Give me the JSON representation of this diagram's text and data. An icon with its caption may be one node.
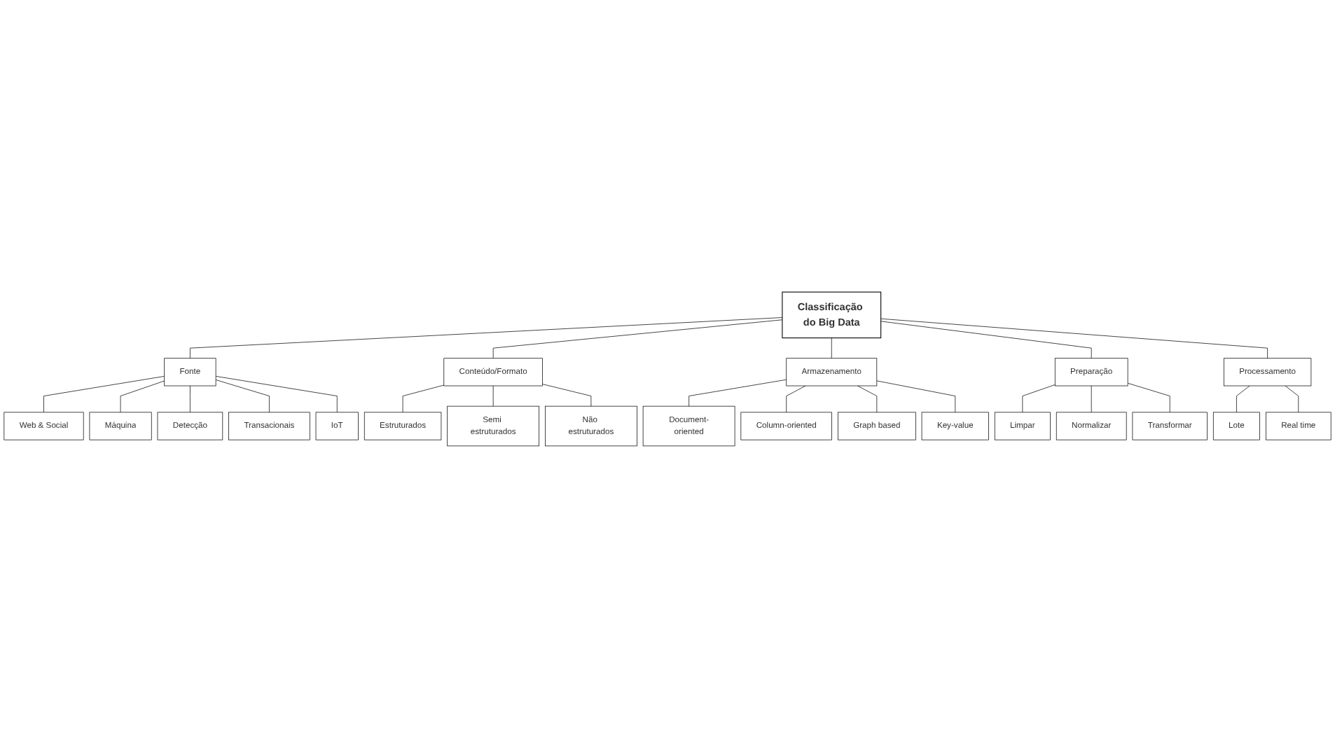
{
  "diagram": {
    "nodes": [
      {
        "text": [
          "Classificação do Big Data"
        ]
      },
      {
        "text": [
          "Fonte"
        ]
      },
      {
        "text": [
          "Conteúdo/Formato"
        ]
      },
      {
        "text": [
          "Armazenamento"
        ]
      },
      {
        "text": [
          "Preparação"
        ]
      },
      {
        "text": [
          "Processamento"
        ]
      },
      {
        "text": [
          "Web & Social"
        ]
      },
      {
        "text": [
          "Máquina"
        ]
      },
      {
        "text": [
          "Detecção"
        ]
      },
      {
        "text": [
          "Transacionais"
        ]
      },
      {
        "text": [
          "IoT"
        ]
      },
      {
        "text": [
          "Estruturados"
        ]
      },
      {
        "text": [
          "Semi estruturados"
        ]
      },
      {
        "text": [
          "Não estruturados"
        ]
      },
      {
        "text": [
          "Document-oriented"
        ]
      },
      {
        "text": [
          "Column-oriented"
        ]
      },
      {
        "text": [
          "Graph based"
        ]
      },
      {
        "text": [
          "Key-value"
        ]
      },
      {
        "text": [
          "Limpar"
        ]
      },
      {
        "text": [
          "Normalizar"
        ]
      },
      {
        "text": [
          "Transformar"
        ]
      },
      {
        "text": [
          "Lote"
        ]
      },
      {
        "text": [
          "Real time"
        ]
      }
    ],
    "edges": [
      {
        "from": 0,
        "to": 1,
        "arrow": "none"
      },
      {
        "from": 0,
        "to": 2,
        "arrow": "none"
      },
      {
        "from": 0,
        "to": 3,
        "arrow": "none"
      },
      {
        "from": 0,
        "to": 4,
        "arrow": "none"
      },
      {
        "from": 0,
        "to": 5,
        "arrow": "none"
      },
      {
        "from": 1,
        "to": 6,
        "arrow": "none"
      },
      {
        "from": 1,
        "to": 7,
        "arrow": "none"
      },
      {
        "from": 1,
        "to": 8,
        "arrow": "none"
      },
      {
        "from": 1,
        "to": 9,
        "arrow": "none"
      },
      {
        "from": 1,
        "to": 10,
        "arrow": "none"
      },
      {
        "from": 2,
        "to": 11,
        "arrow": "none"
      },
      {
        "from": 2,
        "to": 12,
        "arrow": "none"
      },
      {
        "from": 2,
        "to": 13,
        "arrow": "none"
      },
      {
        "from": 3,
        "to": 14,
        "arrow": "none"
      },
      {
        "from": 3,
        "to": 15,
        "arrow": "none"
      },
      {
        "from": 3,
        "to": 16,
        "arrow": "none"
      },
      {
        "from": 3,
        "to": 17,
        "arrow": "none"
      },
      {
        "from": 4,
        "to": 18,
        "arrow": "none"
      },
      {
        "from": 4,
        "to": 19,
        "arrow": "none"
      },
      {
        "from": 4,
        "to": 20,
        "arrow": "none"
      },
      {
        "from": 5,
        "to": 21,
        "arrow": "none"
      },
      {
        "from": 5,
        "to": 22,
        "arrow": "none"
      }
    ]
  }
}
